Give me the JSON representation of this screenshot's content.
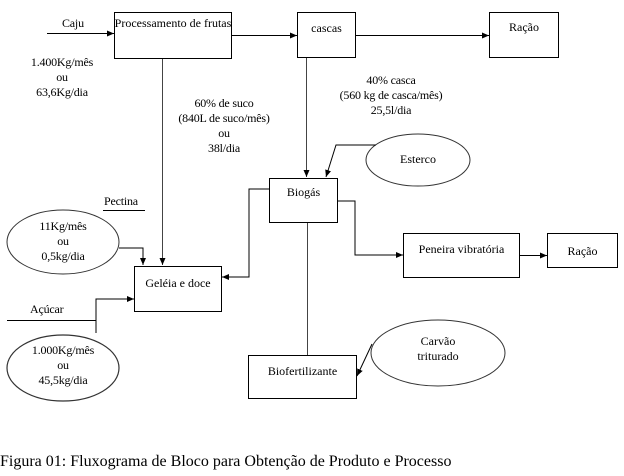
{
  "diagram": {
    "nodes": {
      "processamento": "Processamento de frutas",
      "cascas": "cascas",
      "racao_top": "Ração",
      "biogas": "Biogás",
      "esterco": "Esterco",
      "geleia": "Geléia e doce",
      "peneira": "Peneira vibratória",
      "racao_bottom": "Ração",
      "biofertilizante": "Biofertilizante",
      "carvao": "Carvão triturado",
      "pectina_qty": [
        "11Kg/mês",
        "ou",
        "0,5kg/dia"
      ],
      "acucar_qty": [
        "1.000Kg/mês",
        "ou",
        "45,5kg/dia"
      ]
    },
    "labels": {
      "caju": "Caju",
      "caju_qty": [
        "1.400Kg/mês",
        "ou",
        "63,6Kg/dia"
      ],
      "suco": [
        "60% de suco",
        "(840L de suco/mês)",
        "ou",
        "38l/dia"
      ],
      "casca": [
        "40% casca",
        "(560 kg de casca/mês)",
        "25,5l/dia"
      ],
      "pectina": "Pectina",
      "acucar": "Açúcar"
    }
  },
  "caption": "Figura 01: Fluxograma de Bloco para Obtenção de Produto e Processo"
}
